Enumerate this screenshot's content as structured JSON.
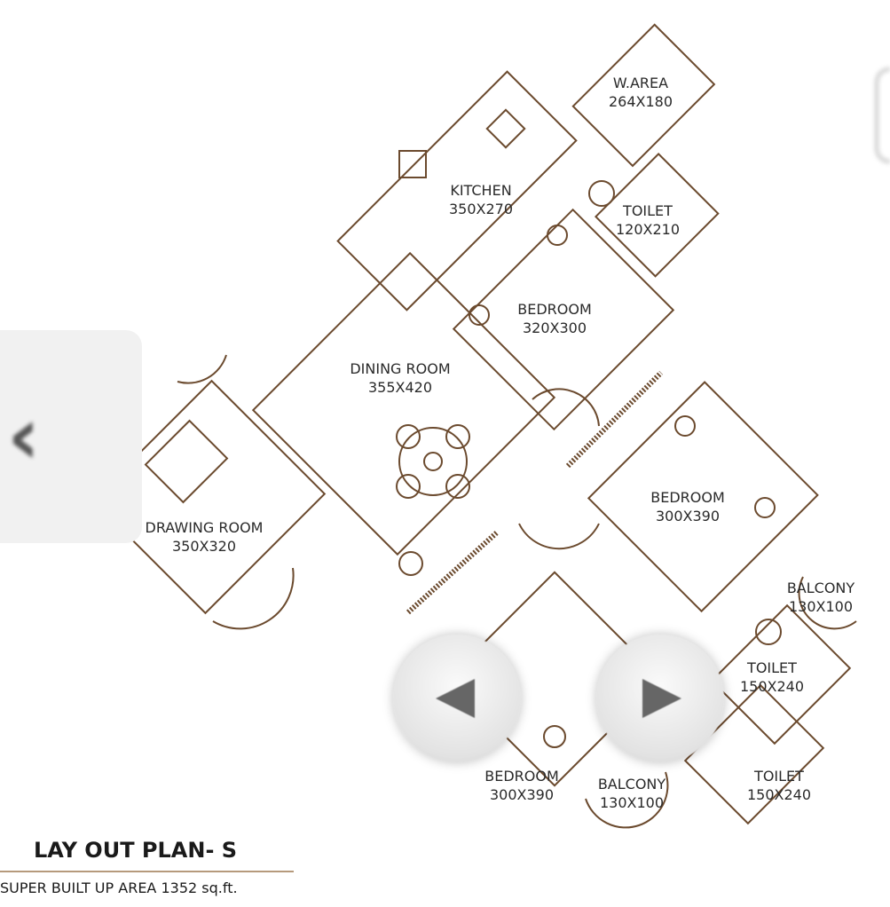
{
  "plan": {
    "rooms": [
      {
        "name": "W.AREA",
        "size": "264X180"
      },
      {
        "name": "KITCHEN",
        "size": "350X270"
      },
      {
        "name": "TOILET",
        "size": "120X210"
      },
      {
        "name": "BEDROOM",
        "size": "320X300"
      },
      {
        "name": "DINING ROOM",
        "size": "355X420"
      },
      {
        "name": "BEDROOM",
        "size": "300X390"
      },
      {
        "name": "DRAWING ROOM",
        "size": "350X320"
      },
      {
        "name": "BALCONY",
        "size": "130X100"
      },
      {
        "name": "BEDROOM",
        "size": "300X390"
      },
      {
        "name": "TOILET",
        "size": "150X240"
      },
      {
        "name": "TOILET",
        "size": "150X240"
      },
      {
        "name": "BALCONY",
        "size": "130X100"
      }
    ],
    "line_color": "#6b4a2e"
  },
  "caption": {
    "title": "LAY OUT PLAN- S",
    "area": "SUPER BUILT UP AREA 1352 sq.ft."
  },
  "nav": {
    "prev_icon": "chevron-left-icon",
    "prev_small_icon": "triangle-left-icon",
    "next_small_icon": "triangle-right-icon"
  }
}
